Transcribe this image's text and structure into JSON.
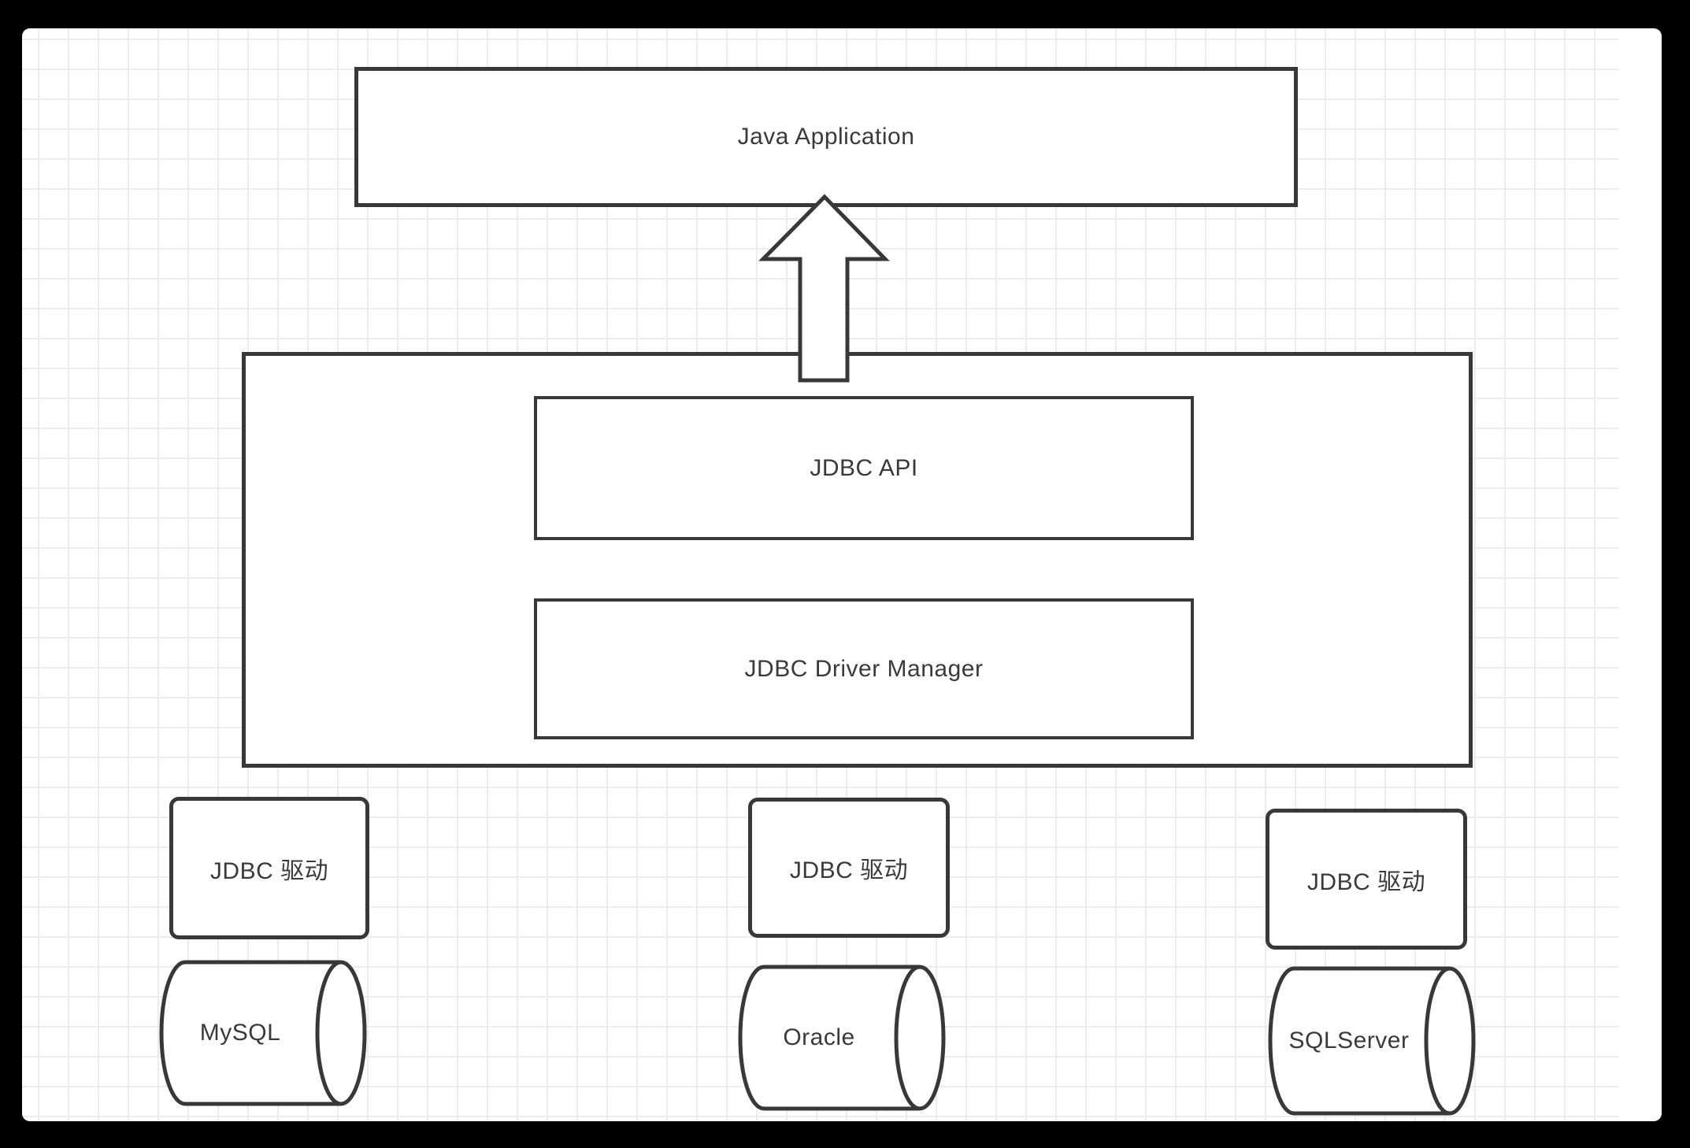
{
  "diagram": {
    "description": "JDBC architecture diagram on a grid canvas",
    "app_box": {
      "label": "Java Application"
    },
    "jdbc_container": {
      "api_box": {
        "label": "JDBC API"
      },
      "driver_manager_box": {
        "label": "JDBC Driver Manager"
      }
    },
    "drivers": [
      {
        "label": "JDBC 驱动"
      },
      {
        "label": "JDBC 驱动"
      },
      {
        "label": "JDBC 驱动"
      }
    ],
    "databases": [
      {
        "label": "MySQL"
      },
      {
        "label": "Oracle"
      },
      {
        "label": "SQLServer"
      }
    ],
    "arrow": {
      "direction": "up",
      "from": "JDBC container",
      "to": "Java Application"
    },
    "colors": {
      "frame": "#000000",
      "canvas": "#ffffff",
      "grid_line": "#ececec",
      "shape_stroke": "#383838",
      "text": "#3a3a3a"
    }
  }
}
